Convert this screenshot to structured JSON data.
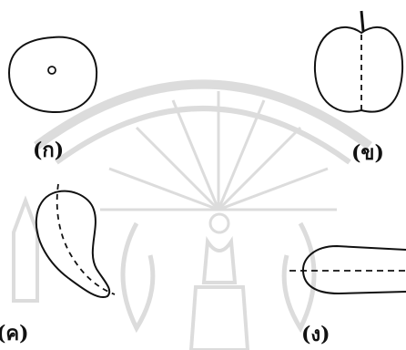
{
  "figure": {
    "panels": [
      {
        "label": "(ก)",
        "shape": "round-fruit-top-view"
      },
      {
        "label": "(ข)",
        "shape": "apple-shaped-fruit-side-view"
      },
      {
        "label": "(ค)",
        "shape": "curved-teardrop-fruit"
      },
      {
        "label": "(ง)",
        "shape": "elongated-oblong-fruit"
      }
    ],
    "watermark": "university-seal-sunburst",
    "colors": {
      "ink": "#111111",
      "watermark": "#d9d9d9",
      "background": "#ffffff"
    }
  }
}
